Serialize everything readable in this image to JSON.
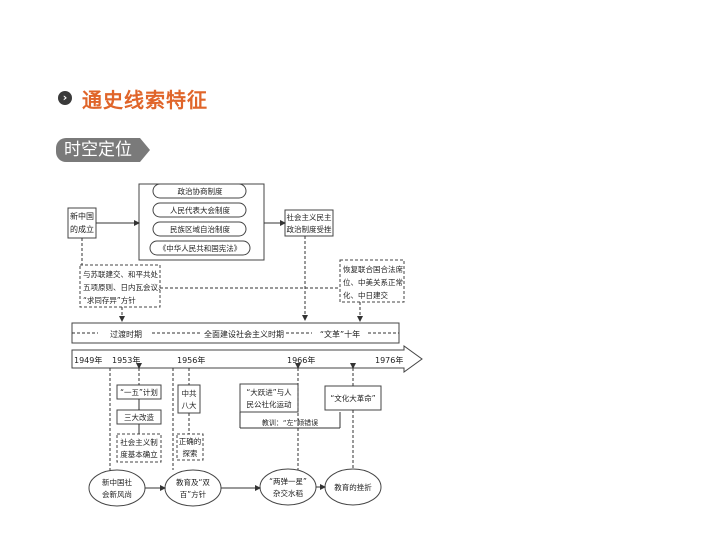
{
  "header": {
    "bullet_icon": "chevron-right-icon",
    "title": "通史线索特征"
  },
  "tag": {
    "label": "时空定位"
  },
  "diagram": {
    "top": {
      "origin": [
        "新中国",
        "的成立"
      ],
      "systems": [
        "政治协商制度",
        "人民代表大会制度",
        "民族区域自治制度",
        "《中华人民共和国宪法》"
      ],
      "result": [
        "社会主义民主",
        "政治制度受挫"
      ],
      "foreign": [
        "与苏联建交、和平共处",
        "五项原则、日内瓦会议、",
        "“求同存异”方针"
      ],
      "restore": [
        "恢复联合国合法席",
        "位、中美关系正常",
        "化、中日建交"
      ]
    },
    "periods": [
      "过渡时期",
      "全面建设社会主义时期",
      "“文革”十年"
    ],
    "years": [
      "1949年",
      "1953年",
      "1956年",
      "1966年",
      "1976年"
    ],
    "bottom": {
      "plan": "“一五”计划",
      "reform": "三大改造",
      "socialism": [
        "社会主义制",
        "度基本确立"
      ],
      "congress": [
        "中共",
        "八大"
      ],
      "explore": [
        "正确的",
        "探索"
      ],
      "leap": [
        "“大跃进”与人",
        "民公社化运动"
      ],
      "mistake": "教训：“左”倾错误",
      "culture": "“文化大革命”",
      "ellipse1": [
        "新中国社",
        "会新风尚"
      ],
      "ellipse2": [
        "教育及“双",
        "百”方针"
      ],
      "ellipse3": [
        "“两弹一星”",
        "杂交水稻"
      ],
      "ellipse4": [
        "教育的挫折"
      ]
    }
  }
}
